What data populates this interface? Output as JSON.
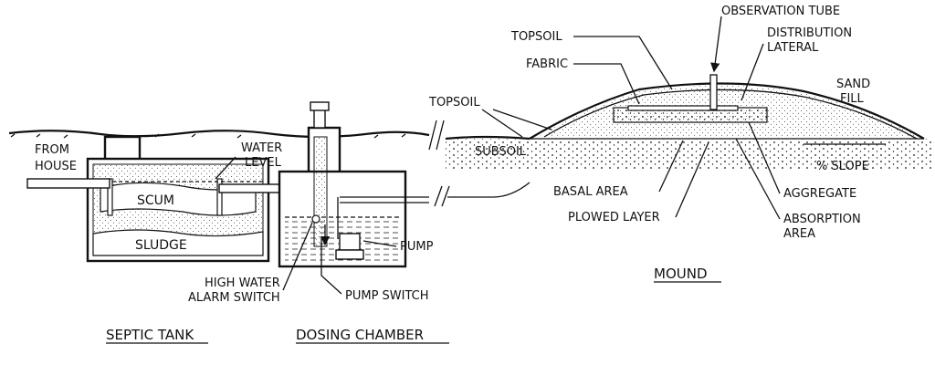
{
  "labels": {
    "from_house": [
      "FROM",
      "HOUSE"
    ],
    "water_level": [
      "WATER",
      "LEVEL"
    ],
    "scum": "SCUM",
    "sludge": "SLUDGE",
    "high_water_alarm": [
      "HIGH WATER",
      "ALARM SWITCH"
    ],
    "pump": "PUMP",
    "pump_switch": "PUMP SWITCH",
    "topsoil_left": "TOPSOIL",
    "topsoil_top": "TOPSOIL",
    "fabric": "FABRIC",
    "observation_tube": "OBSERVATION TUBE",
    "distribution_lateral": [
      "DISTRIBUTION",
      "LATERAL"
    ],
    "sand_fill": [
      "SAND",
      "FILL"
    ],
    "subsoil": "SUBSOIL",
    "slope": "% SLOPE",
    "basal_area": "BASAL AREA",
    "aggregate": "AGGREGATE",
    "plowed_layer": "PLOWED LAYER",
    "absorption_area": [
      "ABSORPTION",
      "AREA"
    ]
  },
  "titles": {
    "septic_tank": "SEPTIC TANK",
    "dosing_chamber": "DOSING CHAMBER",
    "mound": "MOUND"
  },
  "colors": {
    "ink": "#111111",
    "background": "#ffffff"
  }
}
